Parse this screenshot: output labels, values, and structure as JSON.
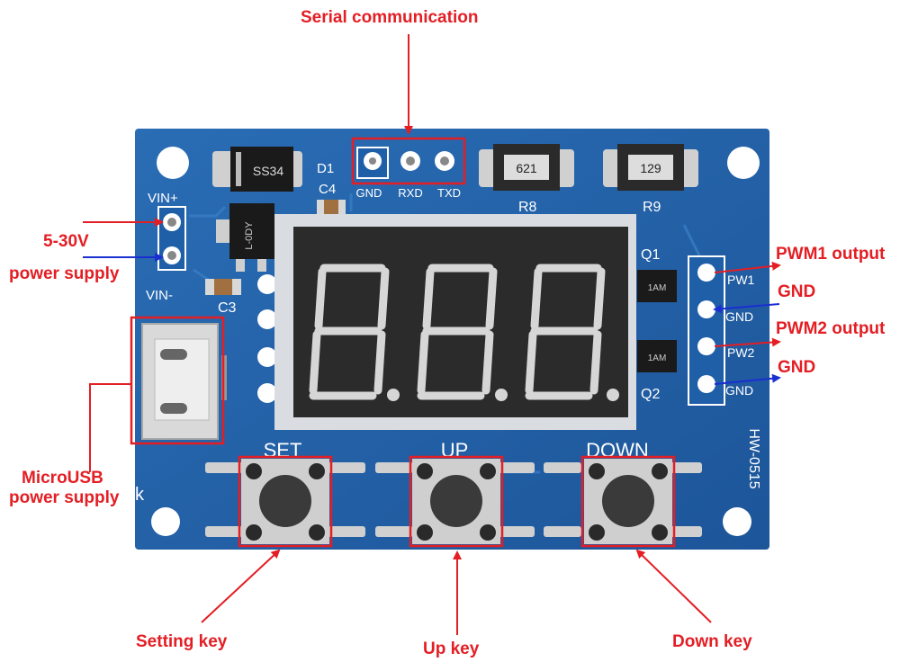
{
  "callouts": {
    "serial": "Serial communication",
    "power_voltage": "5-30V",
    "power_supply": "power supply",
    "microusb_line1": "MicroUSB",
    "microusb_line2": "power supply",
    "pwm1": "PWM1 output",
    "gnd1": "GND",
    "pwm2": "PWM2 output",
    "gnd2": "GND",
    "setting_key": "Setting key",
    "up_key": "Up key",
    "down_key": "Down key"
  },
  "board": {
    "model": "HW-0515",
    "vin_plus": "VIN+",
    "vin_minus": "VIN-",
    "d1": "D1",
    "c4": "C4",
    "c3": "C3",
    "r8": "R8",
    "r9": "R9",
    "q1": "Q1",
    "q2": "Q2",
    "diode_code": "SS34",
    "r8_code": "621",
    "r9_code": "129",
    "reg_code": "L-0DY",
    "mosfet_code": "1AM",
    "serial_pins": [
      "GND",
      "RXD",
      "TXD"
    ],
    "output_pins": [
      "PW1",
      "GND",
      "PW2",
      "GND"
    ],
    "keys": [
      "SET",
      "UP",
      "DOWN"
    ],
    "key_k": "k"
  },
  "colors": {
    "pcb": "#1f5fa8",
    "label_red": "#e31e24",
    "label_blue": "#1a2fd0"
  }
}
